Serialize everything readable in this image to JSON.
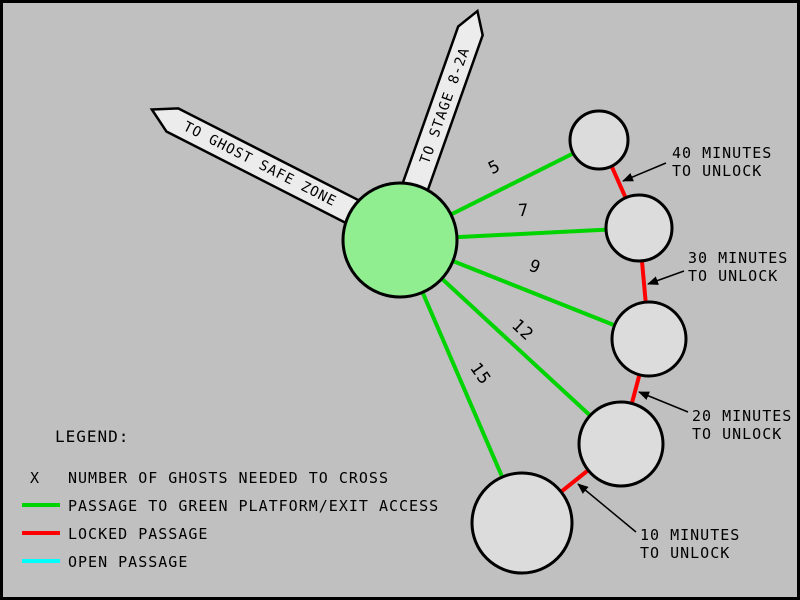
{
  "diagram": {
    "corridors": [
      {
        "label": "TO GHOST SAFE ZONE"
      },
      {
        "label": "TO STAGE 8-2A"
      }
    ],
    "passages": [
      {
        "ghosts": "5"
      },
      {
        "ghosts": "7"
      },
      {
        "ghosts": "9"
      },
      {
        "ghosts": "12"
      },
      {
        "ghosts": "15"
      }
    ],
    "locks": [
      {
        "line1": "40 MINUTES",
        "line2": "TO UNLOCK"
      },
      {
        "line1": "30 MINUTES",
        "line2": "TO UNLOCK"
      },
      {
        "line1": "20 MINUTES",
        "line2": "TO UNLOCK"
      },
      {
        "line1": "10 MINUTES",
        "line2": "TO UNLOCK"
      }
    ]
  },
  "legend": {
    "title": "LEGEND:",
    "items": [
      {
        "symbol": "X",
        "label": "NUMBER OF GHOSTS NEEDED TO CROSS"
      },
      {
        "label": "PASSAGE TO GREEN PLATFORM/EXIT ACCESS"
      },
      {
        "label": "LOCKED PASSAGE"
      },
      {
        "label": "OPEN PASSAGE"
      }
    ]
  },
  "colors": {
    "background": "#C0C0C0",
    "platform_green": "#90EE90",
    "platform_gray": "#DCDCDC",
    "corridor_fill": "#ECECEC",
    "passage_green": "#00D400",
    "passage_red": "#FF0000",
    "passage_cyan": "#00FFFF"
  }
}
